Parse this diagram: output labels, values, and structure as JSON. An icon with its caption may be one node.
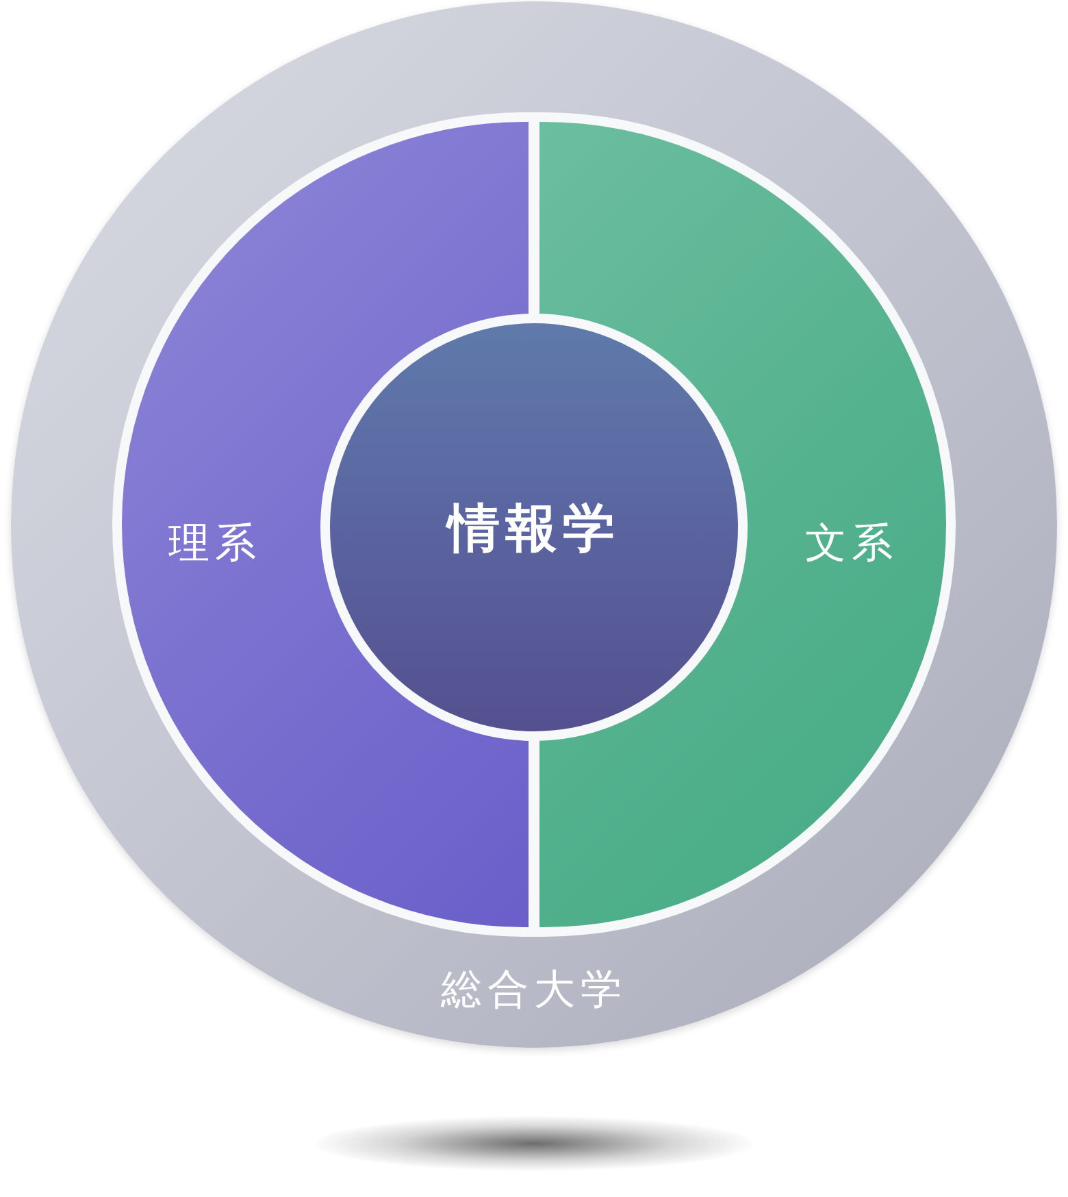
{
  "diagram": {
    "nodes": [
      {
        "text": [
          "総合大学"
        ]
      },
      {
        "text": [
          "理系"
        ],
        "in": 0
      },
      {
        "text": [
          "文系"
        ],
        "in": 0
      },
      {
        "text": [
          "情報学"
        ],
        "in": 0
      }
    ]
  }
}
